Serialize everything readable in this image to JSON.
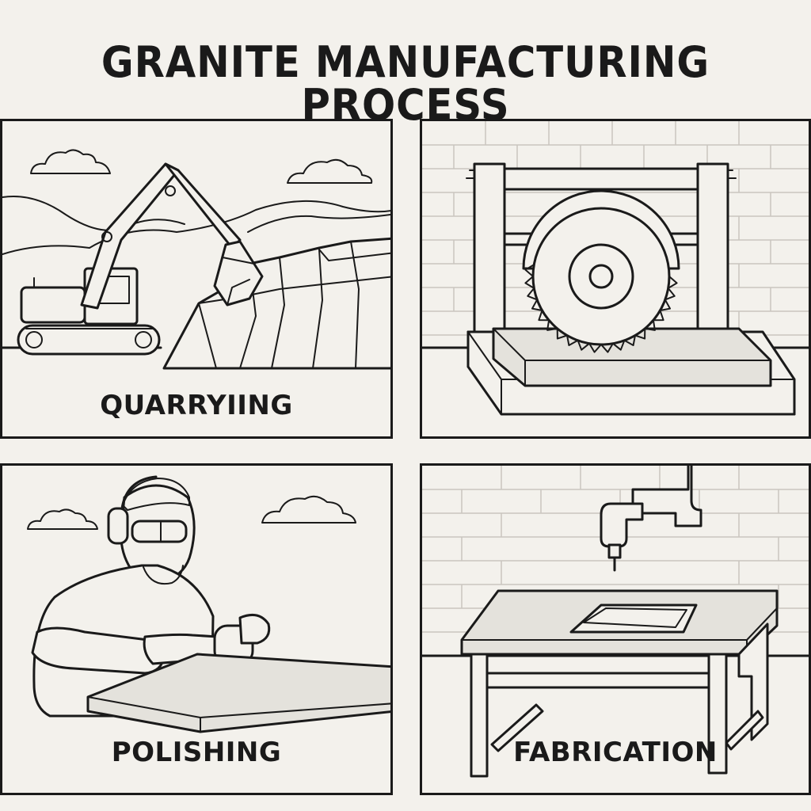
{
  "title": "GRANITE MANUFACTURING PROCESS",
  "panels": [
    {
      "label": "QUARRYIING",
      "scene": "excavator-at-quarry"
    },
    {
      "label": "",
      "scene": "circular-saw-cutting-slab"
    },
    {
      "label": "POLISHING",
      "scene": "worker-polishing-slab"
    },
    {
      "label": "FABRICATION",
      "scene": "drill-over-countertop-with-sink-cutout"
    }
  ]
}
